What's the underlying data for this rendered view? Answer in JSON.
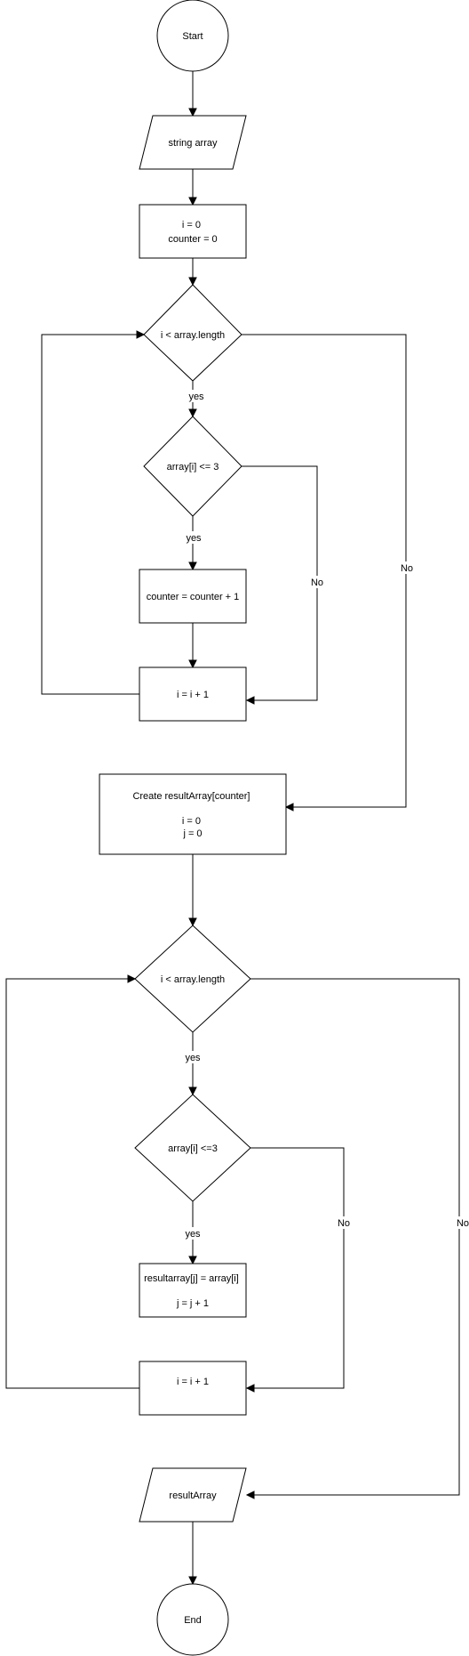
{
  "nodes": {
    "start": "Start",
    "input_array": "string array",
    "init": [
      "i = 0",
      "counter = 0"
    ],
    "loop1_condition": "i < array.length",
    "check1_condition": "array[i] <= 3",
    "counter_increment": "counter = counter + 1",
    "loop1_increment": "i = i + 1",
    "create_result": [
      "Create resultArray[counter]",
      "",
      "i = 0",
      "j = 0"
    ],
    "loop2_condition": "i < array.length",
    "check2_condition": "array[i] <=3",
    "assign_result": [
      "resultarray[j] = array[i]",
      "",
      "j = j + 1"
    ],
    "loop2_increment": "i = i + 1",
    "output_result": "resultArray",
    "end": "End"
  },
  "edge_labels": {
    "loop1_yes": "yes",
    "check1_yes": "yes",
    "check1_no": "No",
    "loop1_no": "No",
    "loop2_yes": "yes",
    "check2_yes": "yes",
    "check2_no": "No",
    "loop2_no": "No"
  }
}
